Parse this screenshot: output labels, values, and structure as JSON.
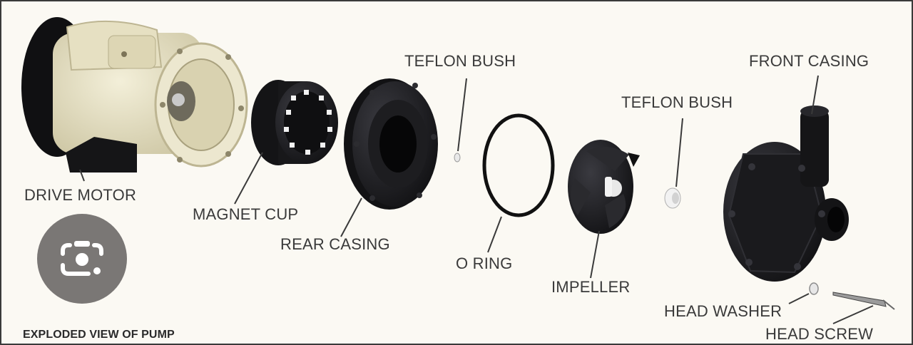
{
  "diagram": {
    "caption": "EXPLODED VIEW OF PUMP",
    "labels": {
      "drive_motor": "DRIVE MOTOR",
      "magnet_cup": "MAGNET CUP",
      "rear_casing": "REAR CASING",
      "teflon_bush_1": "TEFLON BUSH",
      "o_ring": "O RING",
      "teflon_bush_2": "TEFLON BUSH",
      "impeller": "IMPELLER",
      "front_casing": "FRONT CASING",
      "head_washer": "HEAD WASHER",
      "head_screw": "HEAD SCREW"
    }
  },
  "overlay": {
    "lens_button_icon": "lens-camera-icon"
  },
  "colors": {
    "background": "#fbf9f3",
    "motor_body": "#e9e4c8",
    "part_black": "#1a1a1c",
    "label_text": "#3a3a3a",
    "lens_button": "#7a7775"
  }
}
